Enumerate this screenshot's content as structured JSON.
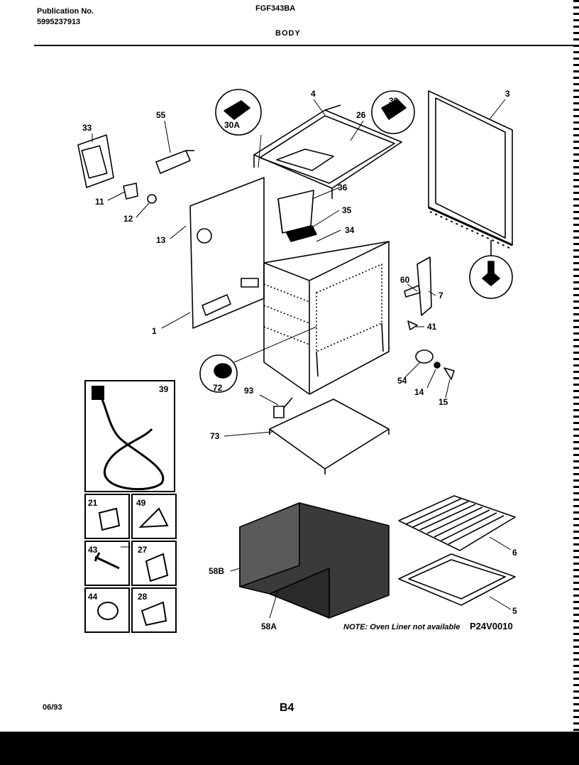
{
  "header": {
    "publication_label": "Publication No.",
    "publication_number": "5995237913",
    "model": "FGF343BA",
    "section": "BODY"
  },
  "callouts": {
    "p1": "1",
    "p3": "3",
    "p4": "4",
    "p5": "5",
    "p6": "6",
    "p7": "7",
    "p11": "11",
    "p12": "12",
    "p13": "13",
    "p14": "14",
    "p15": "15",
    "p21": "21",
    "p26": "26",
    "p27": "27",
    "p28": "28",
    "p30": "30",
    "p30a": "30A",
    "p33": "33",
    "p34": "34",
    "p35": "35",
    "p36": "36",
    "p39": "39",
    "p41": "41",
    "p43": "43",
    "p44": "44",
    "p49": "49",
    "p54": "54",
    "p55": "55",
    "p58a": "58A",
    "p58b": "58B",
    "p60": "60",
    "p72": "72",
    "p73": "73",
    "p93": "93"
  },
  "note": "NOTE: Oven Liner not available",
  "drawing_number": "P24V0010",
  "footer": {
    "date": "06/93",
    "page": "B4"
  }
}
